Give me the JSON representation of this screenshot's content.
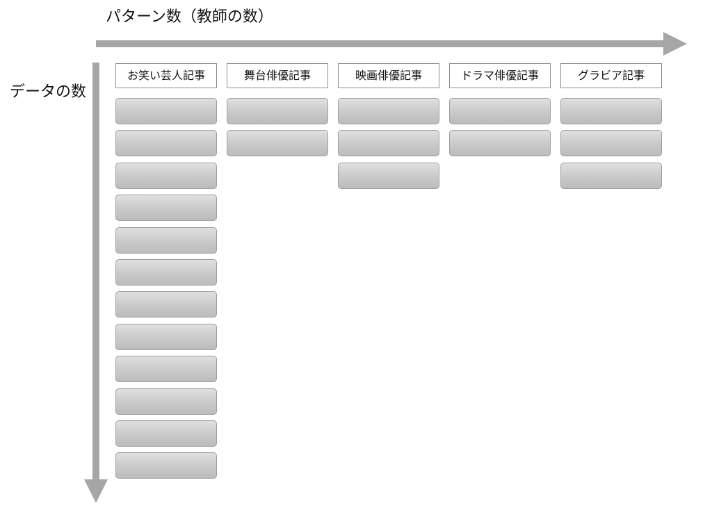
{
  "x_axis": {
    "title": "パターン数（教師の数）"
  },
  "y_axis": {
    "title": "データの数"
  },
  "categories": [
    {
      "label": "お笑い芸人記事",
      "blocks": 12
    },
    {
      "label": "舞台俳優記事",
      "blocks": 2
    },
    {
      "label": "映画俳優記事",
      "blocks": 3
    },
    {
      "label": "ドラマ俳優記事",
      "blocks": 2
    },
    {
      "label": "グラビア記事",
      "blocks": 3
    }
  ],
  "colors": {
    "arrow": "#a6a6a6",
    "block": "#c9c9c9",
    "header_border": "#8c8c8c"
  }
}
